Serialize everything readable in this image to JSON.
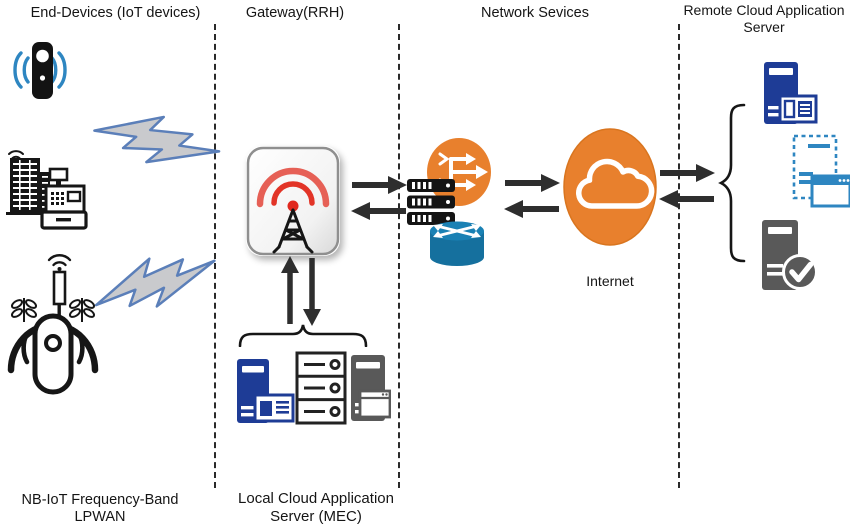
{
  "sections": {
    "end_devices": "End-Devices (IoT devices)",
    "gateway": "Gateway(RRH)",
    "network_services": "Network Sevices",
    "remote_cloud": "Remote Cloud Application Server"
  },
  "labels": {
    "internet": "Internet",
    "local_cloud": "Local Cloud Application Server (MEC)",
    "nb_iot": "NB-IoT Frequency-Band LPWAN"
  },
  "icons": {
    "end_devices": [
      "iot-sensor-icon",
      "smart-building-icon",
      "cash-register-icon",
      "smart-agriculture-icon",
      "lightning-bolt-icon"
    ],
    "gateway": [
      "radio-tower-icon"
    ],
    "network_services": [
      "switch-fabric-icon",
      "server-stack-icon",
      "router-icon"
    ],
    "internet": [
      "cloud-icon"
    ],
    "local_cloud": [
      "blue-server-icon",
      "server-rack-icon",
      "gray-server-icon",
      "app-window-icon",
      "brace"
    ],
    "remote_cloud": [
      "blue-server-icon",
      "virtual-machine-icon",
      "app-window-icon",
      "server-check-icon",
      "brace"
    ],
    "connectors": [
      "bidirectional-horizontal-arrows",
      "bidirectional-vertical-arrows",
      "dashed-separator"
    ]
  },
  "colors": {
    "orange": "#e8802d",
    "router_blue": "#15709e",
    "server_navy": "#1e3c96",
    "server_gray": "#595959",
    "accent_blue": "#2e86c1",
    "signal_red": "#e0281e",
    "bolt_fill": "#c9cacd",
    "bolt_stroke": "#5b7fb9",
    "arrow": "#2e2e2e"
  }
}
